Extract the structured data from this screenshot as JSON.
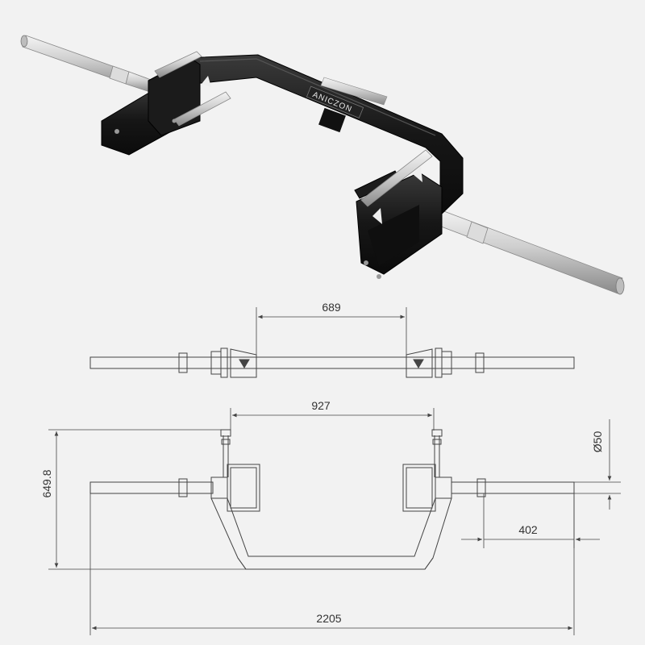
{
  "product": {
    "brand": "ANICZON"
  },
  "dimensions": {
    "handle_spacing": "689",
    "frame_width": "927",
    "height": "649.8",
    "sleeve_diameter": "Ø50",
    "sleeve_length": "402",
    "total_length": "2205"
  },
  "colors": {
    "background": "#f2f2f2",
    "frame": "#161616",
    "chrome": "#c9c9c9",
    "line": "#444444"
  }
}
